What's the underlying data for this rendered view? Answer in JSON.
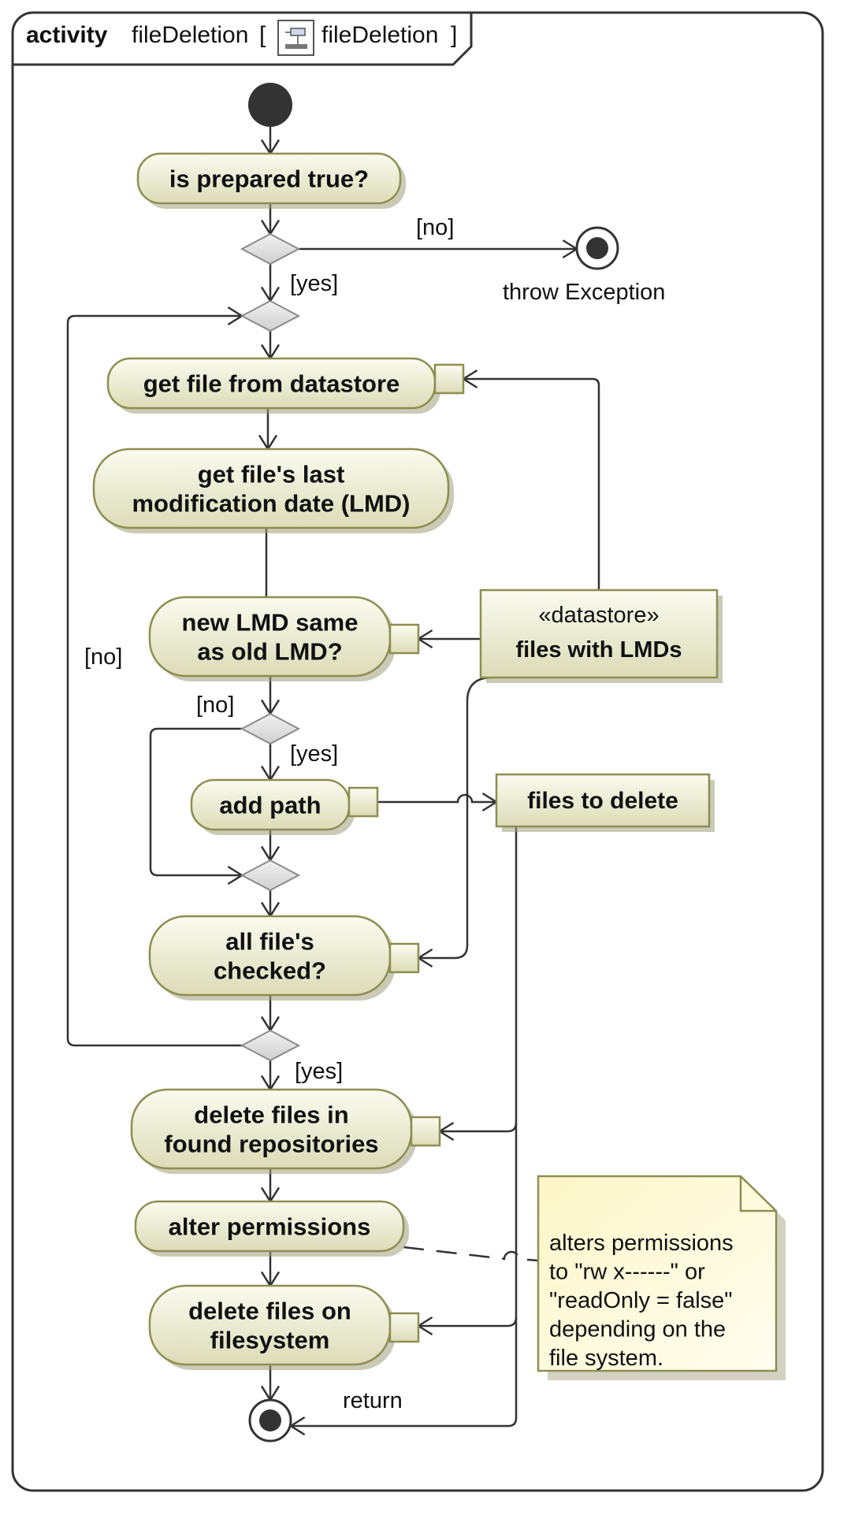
{
  "frame": {
    "keyword": "activity",
    "name": "fileDeletion",
    "bracket_open": "[",
    "ref_name": "fileDeletion",
    "bracket_close": "]"
  },
  "colors": {
    "node_fill_top": "#fbfbf0",
    "node_fill_bottom": "#dcdcb8",
    "node_stroke": "#8e8e52",
    "note_fill": "#fdf9d6",
    "line": "#333333",
    "decision_fill": "#d8d8d8"
  },
  "actions": [
    {
      "id": "is-prepared",
      "lines": [
        "is prepared true?"
      ]
    },
    {
      "id": "get-file",
      "lines": [
        "get file from datastore"
      ]
    },
    {
      "id": "get-lmd",
      "lines": [
        "get file's last",
        "modification date (LMD)"
      ]
    },
    {
      "id": "new-lmd-same",
      "lines": [
        "new LMD same",
        "as old LMD?"
      ]
    },
    {
      "id": "add-path",
      "lines": [
        "add path"
      ]
    },
    {
      "id": "all-checked",
      "lines": [
        "all file's",
        "checked?"
      ]
    },
    {
      "id": "delete-repos",
      "lines": [
        "delete files in",
        "found repositories"
      ]
    },
    {
      "id": "alter-permissions",
      "lines": [
        "alter permissions"
      ]
    },
    {
      "id": "delete-fs",
      "lines": [
        "delete files on",
        "filesystem"
      ]
    }
  ],
  "objects": {
    "datastore": {
      "stereotype": "«datastore»",
      "name": "files with LMDs"
    },
    "files_to_delete": {
      "name": "files to delete"
    }
  },
  "guards": {
    "no_exception": "[no]",
    "yes_first": "[yes]",
    "no_loop": "[no]",
    "no_inner": "[no]",
    "yes_inner": "[yes]",
    "yes_final": "[yes]"
  },
  "final_labels": {
    "exception": "throw  Exception",
    "return": "return"
  },
  "note": {
    "lines": [
      "alters permissions",
      "to \"rw x------\" or",
      "\"readOnly = false\"",
      "depending on the",
      "file system."
    ]
  }
}
